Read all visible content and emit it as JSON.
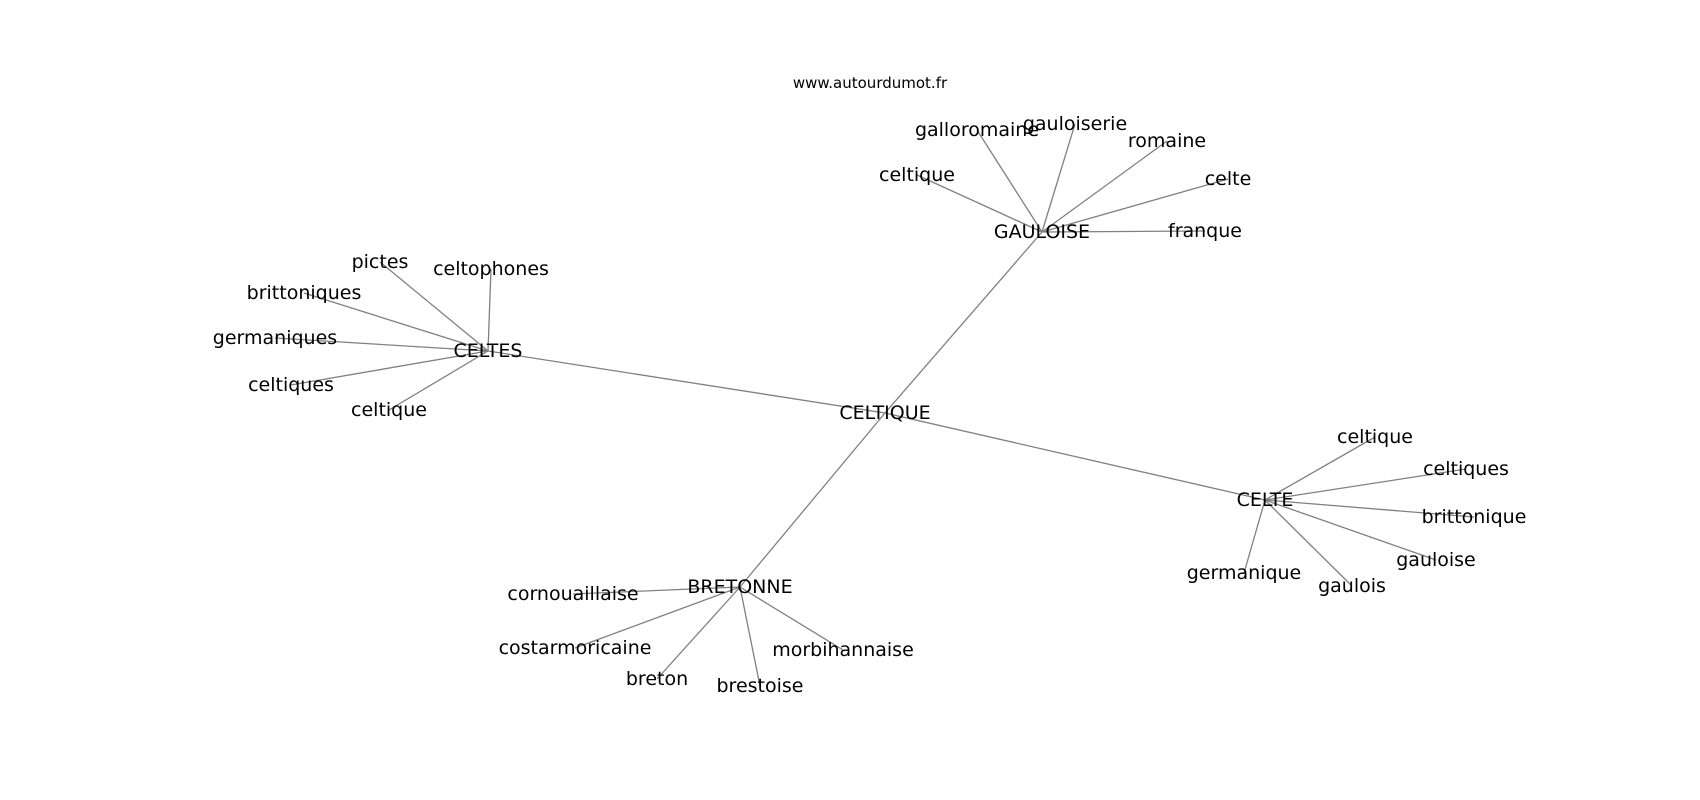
{
  "source": "www.autourdumot.fr",
  "graph": {
    "center": "CELTIQUE",
    "hubs": [
      {
        "label": "GAULOISE",
        "children": [
          "galloromaine",
          "gauloiserie",
          "romaine",
          "celtique",
          "celte",
          "franque"
        ]
      },
      {
        "label": "CELTES",
        "children": [
          "pictes",
          "celtophones",
          "brittoniques",
          "germaniques",
          "celtiques",
          "celtique"
        ]
      },
      {
        "label": "CELTE",
        "children": [
          "celtique",
          "celtiques",
          "brittonique",
          "gauloise",
          "gaulois",
          "germanique"
        ]
      },
      {
        "label": "BRETONNE",
        "children": [
          "cornouaillaise",
          "costarmoricaine",
          "breton",
          "brestoise",
          "morbihannaise"
        ]
      }
    ]
  }
}
